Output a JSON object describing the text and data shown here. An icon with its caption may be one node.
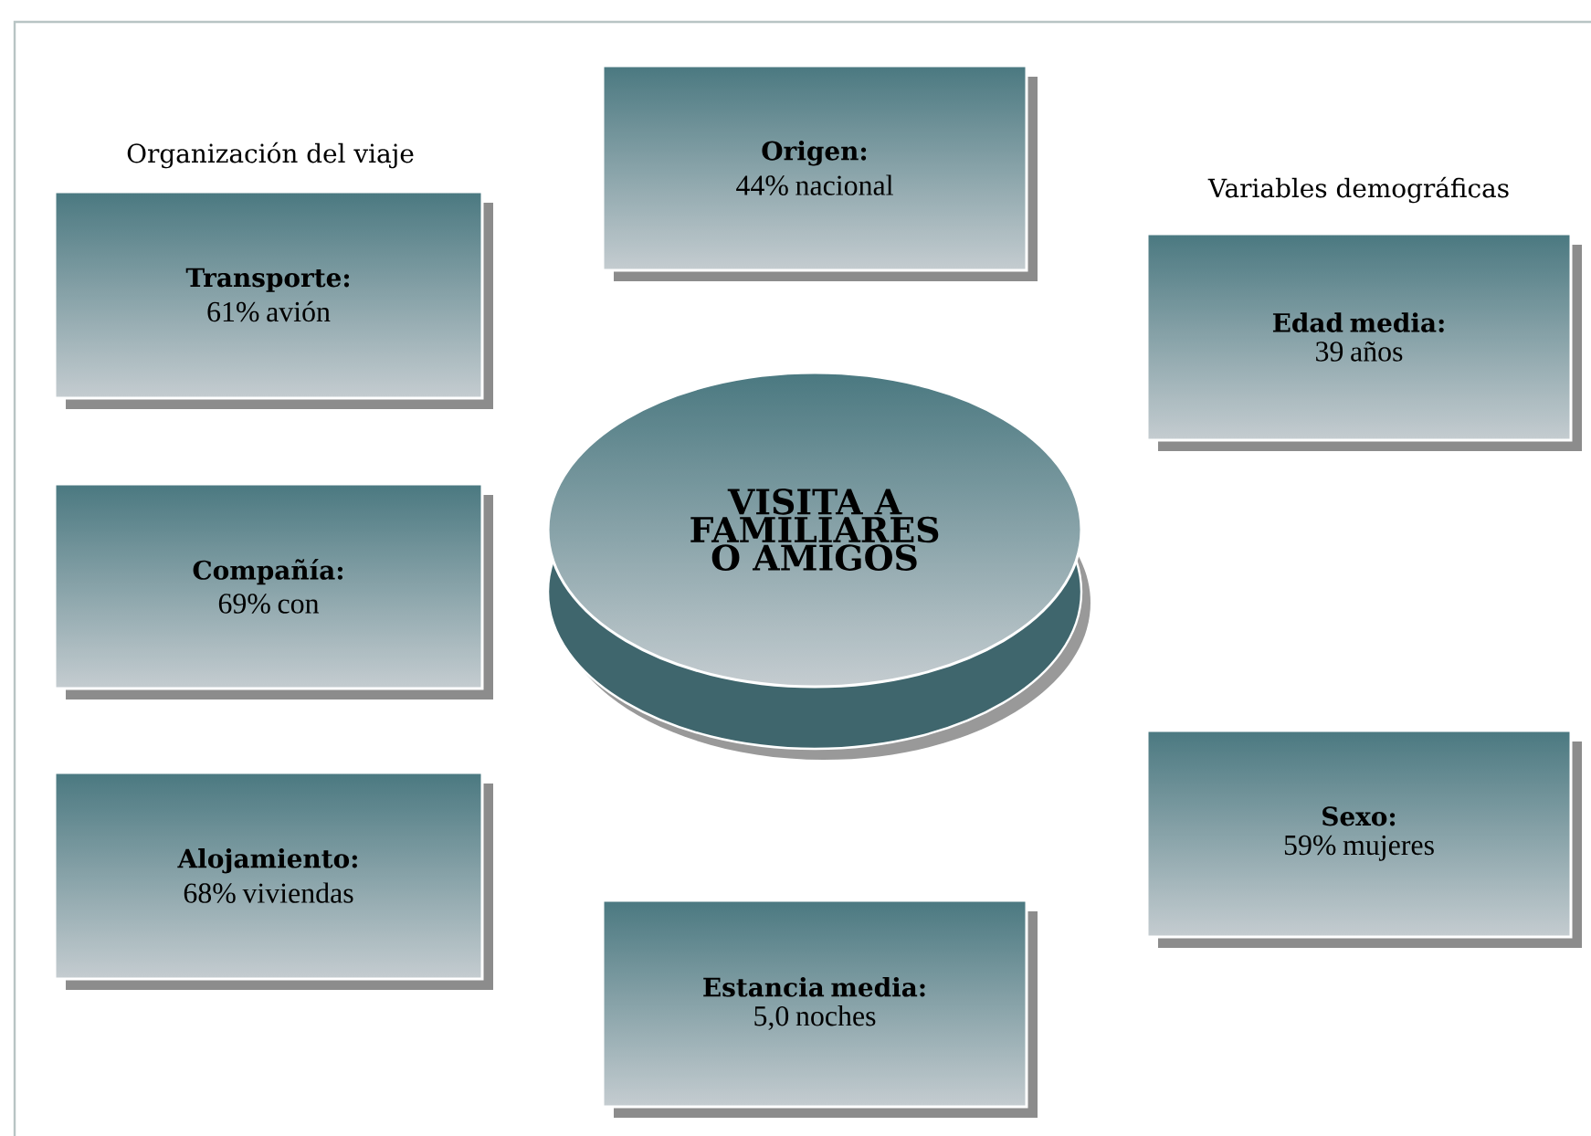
{
  "diagram": {
    "nodes": [
      {
        "text": [
          "Origen:",
          "44% nacional"
        ]
      },
      {
        "text": [
          "Transporte:",
          "61% avión"
        ]
      },
      {
        "text": [
          "Compañía:",
          "69% con"
        ]
      },
      {
        "text": [
          "Alojamiento:",
          "68% viviendas"
        ]
      },
      {
        "text": [
          "VISITA A FAMILIARES O AMIGOS"
        ]
      },
      {
        "text": [
          "Edad media:",
          "39 años"
        ]
      },
      {
        "text": [
          "Sexo:",
          "59% mujeres"
        ]
      },
      {
        "text": [
          "Estancia media:",
          "5,0 noches"
        ]
      }
    ],
    "labels": [
      "Organización del viaje",
      "Variables demográficas"
    ]
  }
}
